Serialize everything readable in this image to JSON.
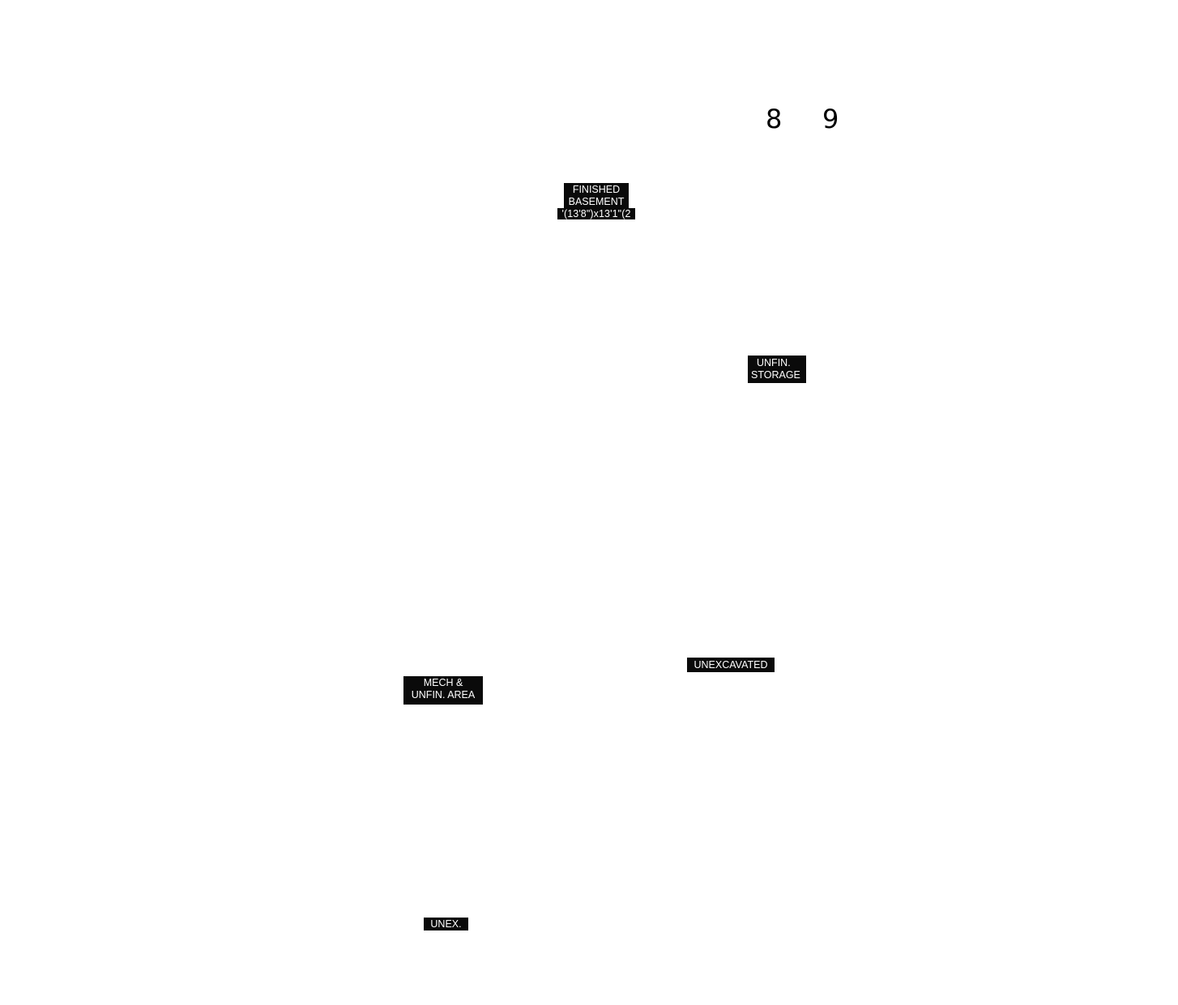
{
  "plan": {
    "numbers": [
      "8",
      "9"
    ],
    "labels": {
      "finished_basement": {
        "line1": "FINISHED",
        "line2": "BASEMENT",
        "dims": "'(13'8\")x13'1\"(2"
      },
      "unfin_storage": {
        "line1": "UNFIN.",
        "line2": "STORAGE"
      },
      "unexcavated": {
        "line1": "UNEXCAVATED"
      },
      "mech_unfin": {
        "line1": "MECH &",
        "line2": "UNFIN. AREA"
      },
      "unex": {
        "line1": "UNEX."
      }
    },
    "colors": {
      "background": "#ffffff",
      "tag_background": "#0a0a0a",
      "tag_text": "#ffffff",
      "number_text": "#000000"
    }
  }
}
